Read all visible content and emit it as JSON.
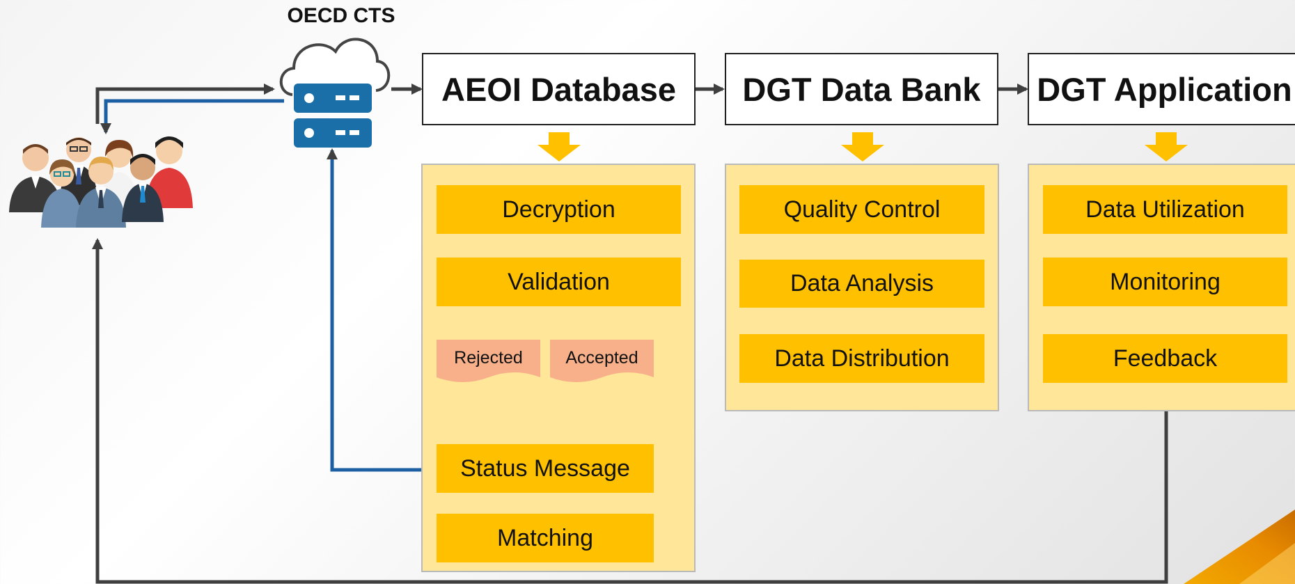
{
  "cts": {
    "label": "OECD CTS",
    "icon": "cloud-server-icon"
  },
  "users": {
    "icon": "people-group-icon"
  },
  "stages": [
    {
      "title": "AEOI Database"
    },
    {
      "title": "DGT Data Bank"
    },
    {
      "title": "DGT Application"
    }
  ],
  "aeoi": {
    "decryption": "Decryption",
    "validation": "Validation",
    "rejected": "Rejected",
    "accepted": "Accepted",
    "status_message": "Status Message",
    "matching": "Matching"
  },
  "databank": {
    "steps": [
      "Quality Control",
      "Data Analysis",
      "Data Distribution"
    ]
  },
  "application": {
    "steps": [
      "Data Utilization",
      "Monitoring",
      "Feedback"
    ]
  },
  "colors": {
    "header_border": "#1f1f1f",
    "panel_fill": "#ffe699",
    "step_fill": "#ffc000",
    "doc_fill": "#f8b08a",
    "arrow_gray": "#3f3f3f",
    "arrow_blue": "#1d5fa3",
    "down_arrow": "#ffc000"
  }
}
